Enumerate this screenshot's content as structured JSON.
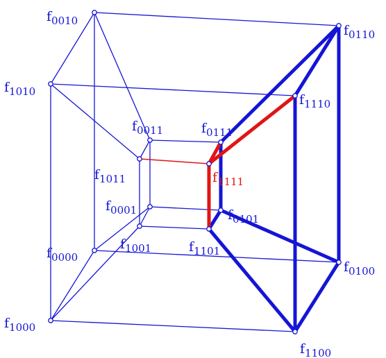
{
  "colors": {
    "blue": "#1515d6",
    "red": "#e01515"
  },
  "nodes": [
    {
      "id": "f0010",
      "base": "f",
      "sub": "0010"
    },
    {
      "id": "f0110",
      "base": "f",
      "sub": "0110"
    },
    {
      "id": "f1010",
      "base": "f",
      "sub": "1010"
    },
    {
      "id": "f1110",
      "base": "f",
      "sub": "1110"
    },
    {
      "id": "f0011",
      "base": "f",
      "sub": "0011"
    },
    {
      "id": "f0111",
      "base": "f",
      "sub": "0111"
    },
    {
      "id": "f1011",
      "base": "f",
      "sub": "1011"
    },
    {
      "id": "f1111",
      "base": "f",
      "sub": "1111"
    },
    {
      "id": "f0001",
      "base": "f",
      "sub": "0001"
    },
    {
      "id": "f0101",
      "base": "f",
      "sub": "0101"
    },
    {
      "id": "f1001",
      "base": "f",
      "sub": "1001"
    },
    {
      "id": "f1101",
      "base": "f",
      "sub": "1101"
    },
    {
      "id": "f0000",
      "base": "f",
      "sub": "0000"
    },
    {
      "id": "f0100",
      "base": "f",
      "sub": "0100"
    },
    {
      "id": "f1000",
      "base": "f",
      "sub": "1000"
    },
    {
      "id": "f1100",
      "base": "f",
      "sub": "1100"
    }
  ],
  "edges": [
    {
      "from": "f0010",
      "to": "f0110",
      "style": "thin"
    },
    {
      "from": "f0010",
      "to": "f1010",
      "style": "thin"
    },
    {
      "from": "f0010",
      "to": "f0011",
      "style": "thin"
    },
    {
      "from": "f0010",
      "to": "f0000",
      "style": "thin"
    },
    {
      "from": "f1010",
      "to": "f1110",
      "style": "thin"
    },
    {
      "from": "f1010",
      "to": "f1011",
      "style": "thin"
    },
    {
      "from": "f1010",
      "to": "f1000",
      "style": "thin"
    },
    {
      "from": "f0011",
      "to": "f0111",
      "style": "thin"
    },
    {
      "from": "f0011",
      "to": "f1011",
      "style": "thin"
    },
    {
      "from": "f0011",
      "to": "f0001",
      "style": "thin"
    },
    {
      "from": "f1011",
      "to": "f1001",
      "style": "thin"
    },
    {
      "from": "f0001",
      "to": "f0101",
      "style": "thin"
    },
    {
      "from": "f0001",
      "to": "f1001",
      "style": "thin"
    },
    {
      "from": "f0001",
      "to": "f0000",
      "style": "thin"
    },
    {
      "from": "f1001",
      "to": "f1101",
      "style": "thin"
    },
    {
      "from": "f1001",
      "to": "f1000",
      "style": "thin"
    },
    {
      "from": "f0000",
      "to": "f0100",
      "style": "thin"
    },
    {
      "from": "f0000",
      "to": "f1000",
      "style": "thin"
    },
    {
      "from": "f1000",
      "to": "f1100",
      "style": "thin"
    },
    {
      "from": "f1011",
      "to": "f1111",
      "style": "thin-red"
    },
    {
      "from": "f0110",
      "to": "f1110",
      "style": "thick"
    },
    {
      "from": "f0110",
      "to": "f0111",
      "style": "thick"
    },
    {
      "from": "f0110",
      "to": "f0100",
      "style": "thick"
    },
    {
      "from": "f1110",
      "to": "f1100",
      "style": "thick"
    },
    {
      "from": "f0111",
      "to": "f0101",
      "style": "thick"
    },
    {
      "from": "f0101",
      "to": "f1101",
      "style": "thick"
    },
    {
      "from": "f0101",
      "to": "f0100",
      "style": "thick"
    },
    {
      "from": "f1101",
      "to": "f1100",
      "style": "thick"
    },
    {
      "from": "f0100",
      "to": "f1100",
      "style": "thick"
    },
    {
      "from": "f1110",
      "to": "f1111",
      "style": "thick-red"
    },
    {
      "from": "f0111",
      "to": "f1111",
      "style": "thick-red"
    },
    {
      "from": "f1111",
      "to": "f1101",
      "style": "thick-red"
    }
  ],
  "highlighted_label": "f1111"
}
